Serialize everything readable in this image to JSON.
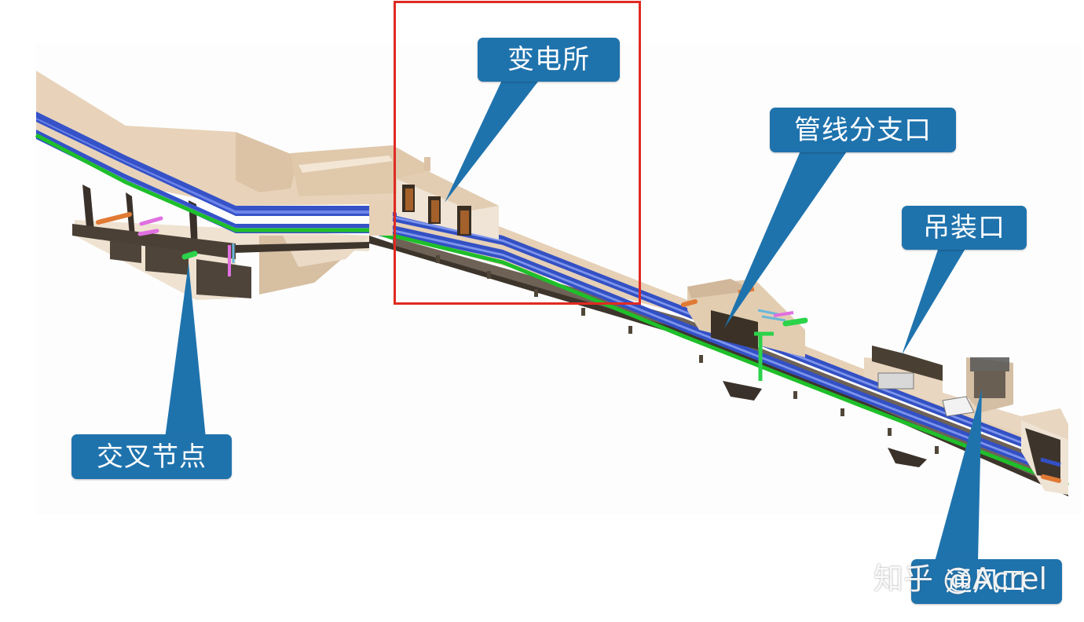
{
  "labels": {
    "substation": "变电所",
    "pipeline_branch": "管线分支口",
    "hoisting_port": "吊装口",
    "cross_node": "交叉节点",
    "ventilation": "通风口"
  },
  "watermark": "知乎 @Acrel",
  "colors": {
    "callout": "#1f73ad",
    "highlight": "#e02a22",
    "tunnel_body": "#e6d0b6",
    "tunnel_dark": "#3d352c",
    "cable_blue": "#3552c8",
    "cable_green": "#1fbf2a"
  }
}
